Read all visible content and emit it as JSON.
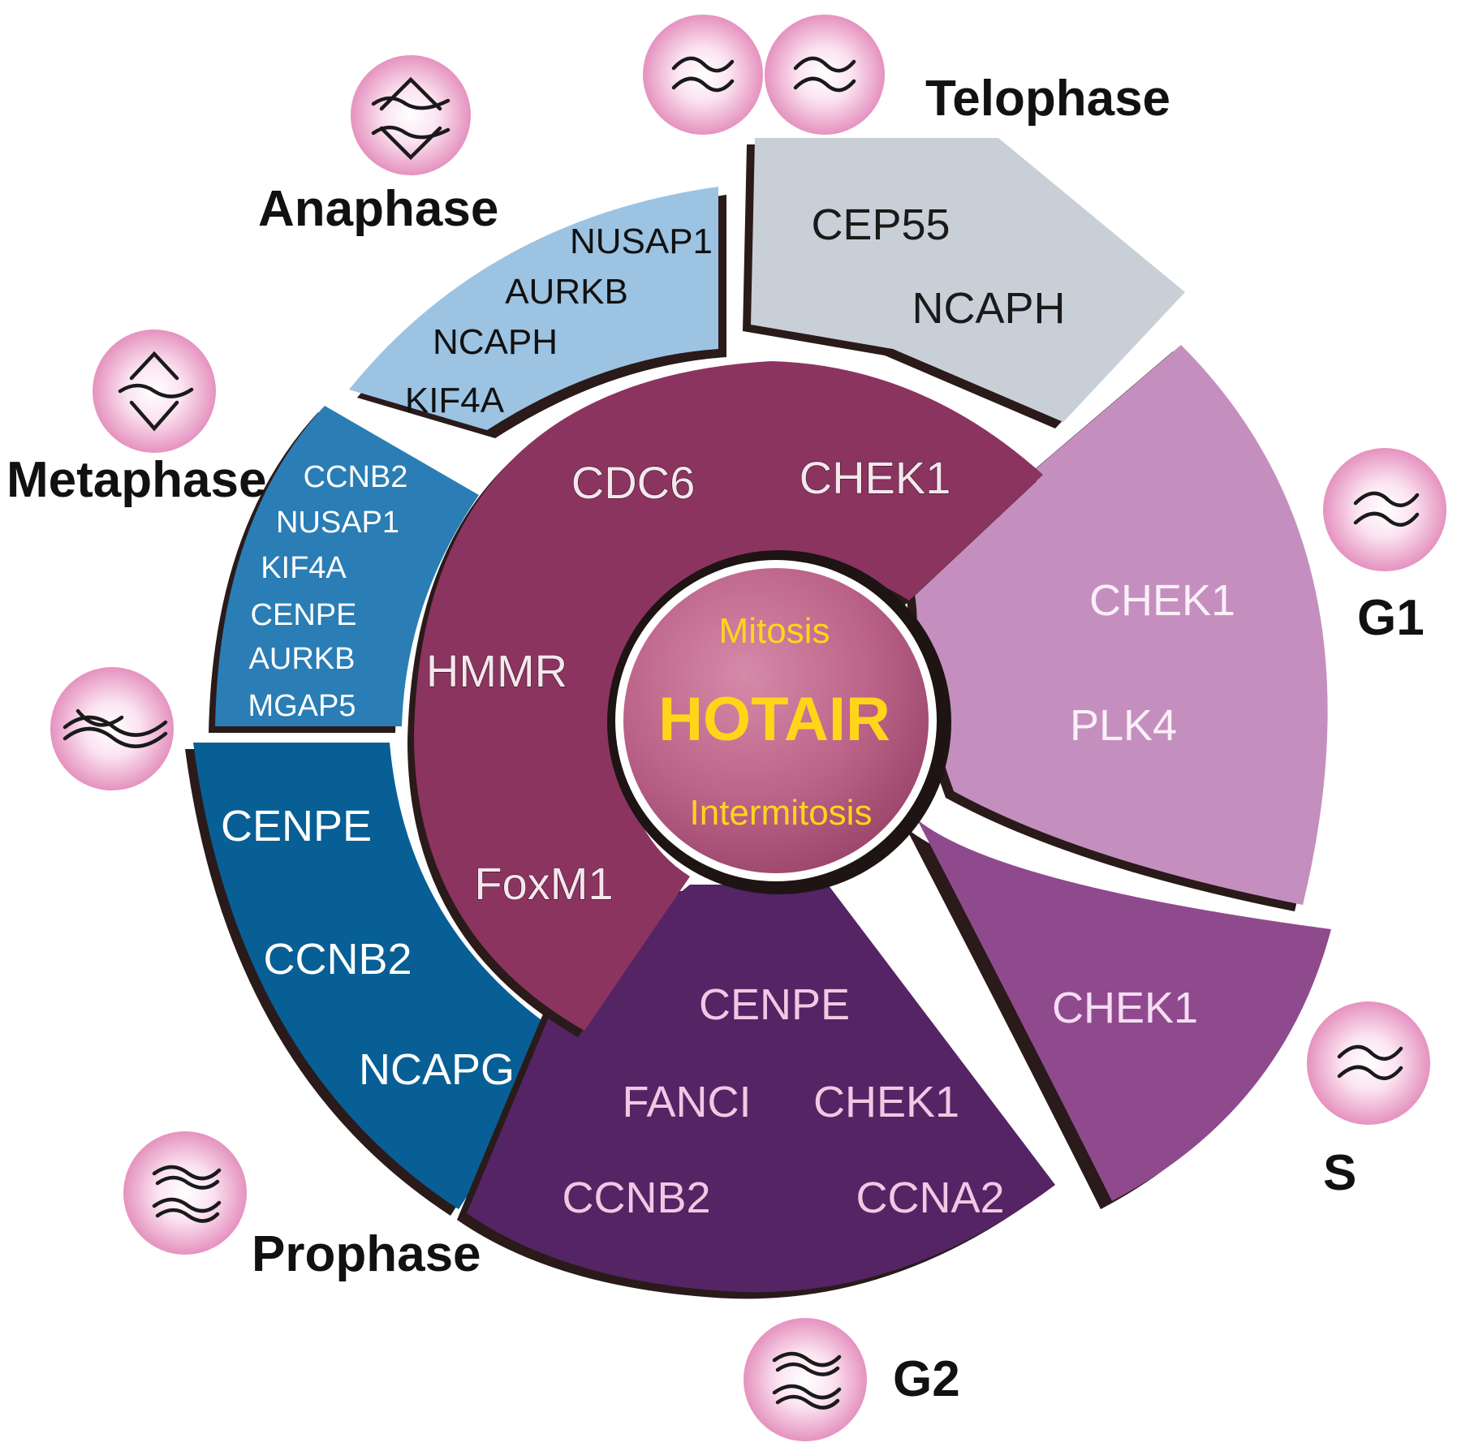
{
  "center": {
    "top_label": "Mitosis",
    "main_label": "HOTAIR",
    "bottom_label": "Intermitosis"
  },
  "inner_ring": {
    "genes": [
      "CDC6",
      "CHEK1",
      "HMMR",
      "FoxM1"
    ]
  },
  "phases": {
    "telophase": {
      "label": "Telophase",
      "genes": [
        "CEP55",
        "NCAPH"
      ]
    },
    "anaphase": {
      "label": "Anaphase",
      "genes": [
        "NUSAP1",
        "AURKB",
        "NCAPH",
        "KIF4A"
      ]
    },
    "metaphase": {
      "label": "Metaphase",
      "genes": [
        "CCNB2",
        "NUSAP1",
        "KIF4A",
        "CENPE",
        "AURKB",
        "MGAP5"
      ]
    },
    "prophase": {
      "label": "Prophase",
      "genes": [
        "CENPE",
        "CCNB2",
        "NCAPG"
      ]
    },
    "g2": {
      "label": "G2",
      "genes": [
        "CENPE",
        "FANCI",
        "CHEK1",
        "CCNB2",
        "CCNA2"
      ]
    },
    "s": {
      "label": "S",
      "genes": [
        "CHEK1"
      ]
    },
    "g1": {
      "label": "G1",
      "genes": [
        "CHEK1",
        "PLK4"
      ]
    }
  },
  "colors": {
    "telophase": "#c9cfd6",
    "anaphase": "#9cc3e2",
    "metaphase": "#2a7db5",
    "prophase": "#075f95",
    "g2": "#542464",
    "s": "#8f4a8e",
    "g1": "#c48fbe",
    "inner_ring": "#8c3460",
    "center": "#c36d92",
    "center_text": "#ffd51a",
    "icon_pink": "#f2b8d8"
  }
}
